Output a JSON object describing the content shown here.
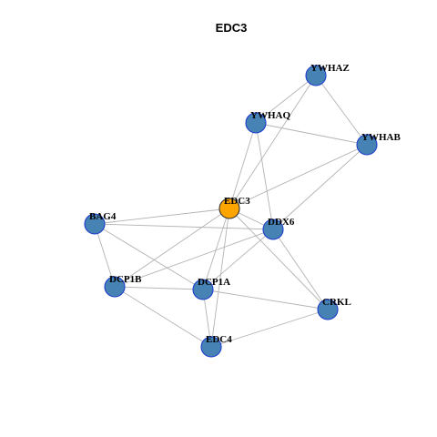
{
  "title": "EDC3",
  "colors": {
    "center_node": "#FFA500",
    "center_border": "#333333",
    "node": "#4682B4",
    "node_border": "#1E3DCC",
    "edge": "#B3B3B3"
  },
  "nodes": [
    {
      "id": "EDC3",
      "label": "EDC3",
      "center": true
    },
    {
      "id": "YWHAZ",
      "label": "YWHAZ"
    },
    {
      "id": "YWHAQ",
      "label": "YWHAQ"
    },
    {
      "id": "YWHAB",
      "label": "YWHAB"
    },
    {
      "id": "BAG4",
      "label": "BAG4"
    },
    {
      "id": "DDX6",
      "label": "DDX6"
    },
    {
      "id": "DCP1B",
      "label": "DCP1B"
    },
    {
      "id": "DCP1A",
      "label": "DCP1A"
    },
    {
      "id": "CRKL",
      "label": "CRKL"
    },
    {
      "id": "EDC4",
      "label": "EDC4"
    }
  ],
  "edges": [
    [
      "YWHAZ",
      "YWHAQ"
    ],
    [
      "YWHAZ",
      "YWHAB"
    ],
    [
      "YWHAZ",
      "EDC3"
    ],
    [
      "YWHAQ",
      "YWHAB"
    ],
    [
      "YWHAQ",
      "EDC3"
    ],
    [
      "YWHAQ",
      "DDX6"
    ],
    [
      "YWHAB",
      "EDC3"
    ],
    [
      "YWHAB",
      "DDX6"
    ],
    [
      "EDC3",
      "BAG4"
    ],
    [
      "EDC3",
      "DDX6"
    ],
    [
      "EDC3",
      "DCP1B"
    ],
    [
      "EDC3",
      "DCP1A"
    ],
    [
      "EDC3",
      "EDC4"
    ],
    [
      "EDC3",
      "CRKL"
    ],
    [
      "BAG4",
      "DDX6"
    ],
    [
      "BAG4",
      "DCP1B"
    ],
    [
      "BAG4",
      "DCP1A"
    ],
    [
      "DDX6",
      "DCP1B"
    ],
    [
      "DDX6",
      "DCP1A"
    ],
    [
      "DDX6",
      "CRKL"
    ],
    [
      "DCP1B",
      "DCP1A"
    ],
    [
      "DCP1B",
      "EDC4"
    ],
    [
      "DCP1A",
      "EDC4"
    ],
    [
      "DCP1A",
      "CRKL"
    ],
    [
      "CRKL",
      "EDC4"
    ]
  ]
}
